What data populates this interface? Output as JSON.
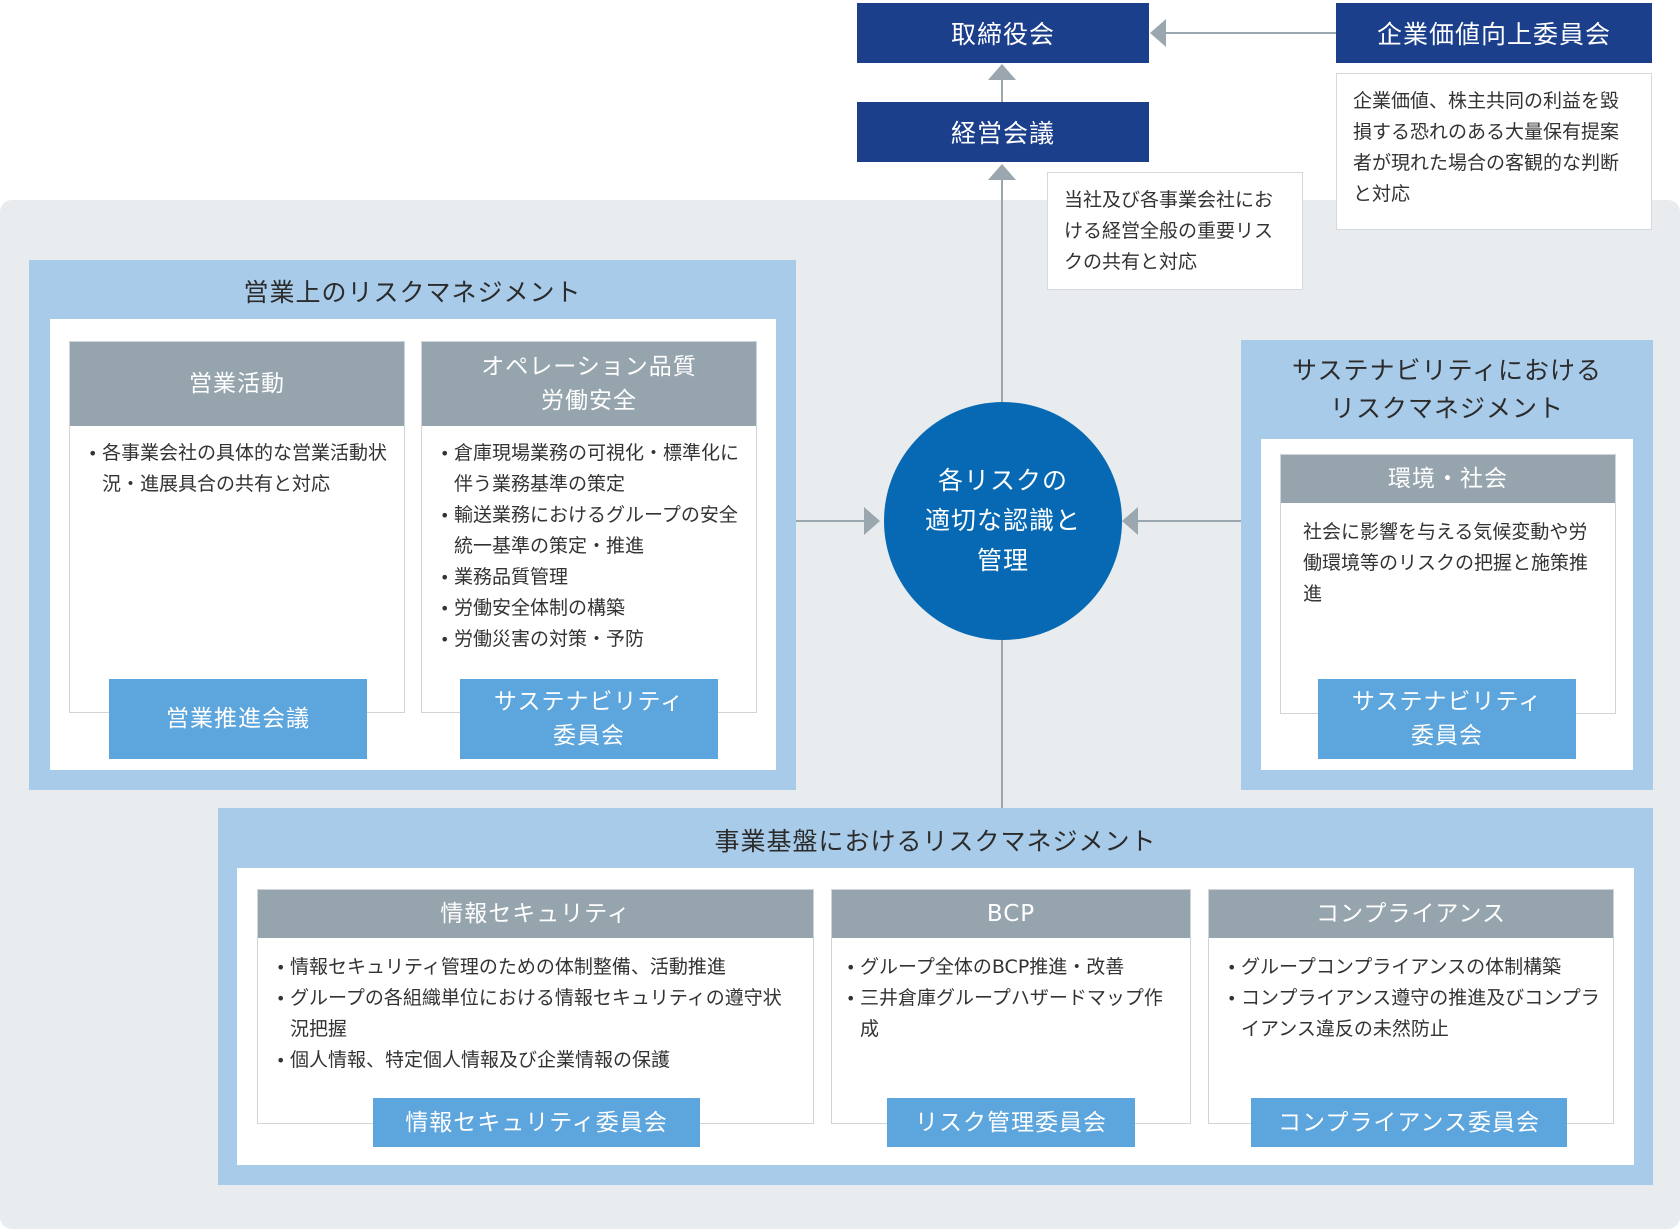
{
  "top": {
    "board": "取締役会",
    "management_meeting": "経営会議",
    "value_committee": "企業価値向上委員会",
    "value_committee_note": "企業価値、株主共同の利益を毀損する恐れのある大量保有提案者が現れた場合の客観的な判断と対応",
    "management_note": "当社及び各事業会社における経営全般の重要リスクの共有と対応"
  },
  "center_circle": "各リスクの\n適切な認識と\n管理",
  "business_risk": {
    "title": "営業上のリスクマネジメント",
    "sales": {
      "head": "営業活動",
      "items": [
        "各事業会社の具体的な営業活動状況・進展具合の共有と対応"
      ],
      "committee": "営業推進会議"
    },
    "operations": {
      "head": "オペレーション品質\n労働安全",
      "items": [
        "倉庫現場業務の可視化・標準化に伴う業務基準の策定",
        "輸送業務におけるグループの安全統一基準の策定・推進",
        "業務品質管理",
        "労働安全体制の構築",
        "労働災害の対策・予防"
      ],
      "committee": "サステナビリティ\n委員会"
    }
  },
  "sustainability_risk": {
    "title": "サステナビリティにおける\nリスクマネジメント",
    "env": {
      "head": "環境・社会",
      "text": "社会に影響を与える気候変動や労働環境等のリスクの把握と施策推進",
      "committee": "サステナビリティ\n委員会"
    }
  },
  "foundation_risk": {
    "title": "事業基盤におけるリスクマネジメント",
    "infosec": {
      "head": "情報セキュリティ",
      "items": [
        "情報セキュリティ管理のための体制整備、活動推進",
        "グループの各組織単位における情報セキュリティの遵守状況把握",
        "個人情報、特定個人情報及び企業情報の保護"
      ],
      "committee": "情報セキュリティ委員会"
    },
    "bcp": {
      "head": "BCP",
      "items": [
        "グループ全体のBCP推進・改善",
        "三井倉庫グループハザードマップ作成"
      ],
      "committee": "リスク管理委員会"
    },
    "compliance": {
      "head": "コンプライアンス",
      "items": [
        "グループコンプライアンスの体制構築",
        "コンプライアンス遵守の推進及びコンプライアンス違反の未然防止"
      ],
      "committee": "コンプライアンス委員会"
    }
  },
  "colors": {
    "navy": "#1b3f8b",
    "circle": "#0769b3",
    "group_bg": "#a9cbea",
    "category_head": "#96a4ad",
    "committee": "#5ca5dd",
    "area_bg": "#e8ecef"
  }
}
